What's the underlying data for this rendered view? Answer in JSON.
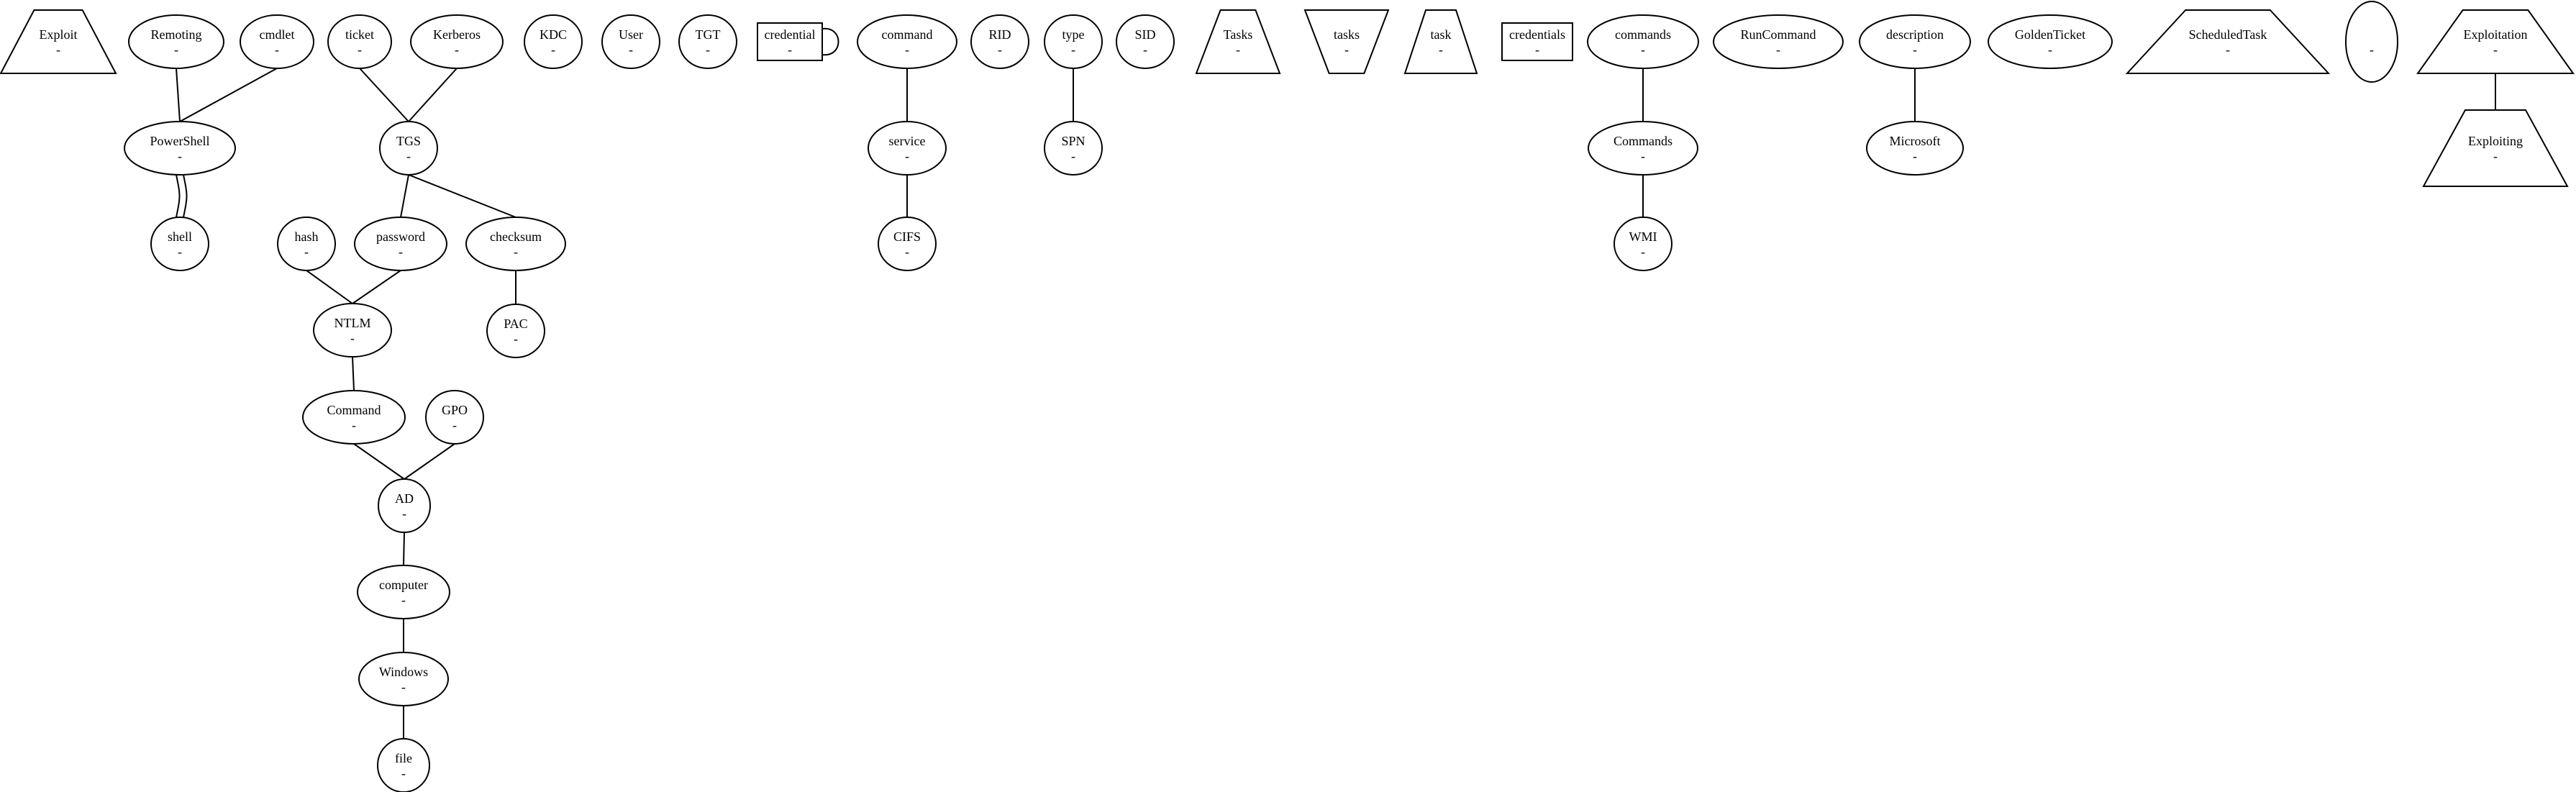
{
  "nodes": [
    {
      "id": "exploit",
      "label": "Exploit",
      "sub": "-",
      "shape": "trapezium"
    },
    {
      "id": "remoting",
      "label": "Remoting",
      "sub": "-",
      "shape": "ellipse"
    },
    {
      "id": "cmdlet",
      "label": "cmdlet",
      "sub": "-",
      "shape": "ellipse"
    },
    {
      "id": "powershell",
      "label": "PowerShell",
      "sub": "-",
      "shape": "ellipse"
    },
    {
      "id": "shell",
      "label": "shell",
      "sub": "-",
      "shape": "ellipse"
    },
    {
      "id": "ticket",
      "label": "ticket",
      "sub": "-",
      "shape": "ellipse"
    },
    {
      "id": "kerberos",
      "label": "Kerberos",
      "sub": "-",
      "shape": "ellipse"
    },
    {
      "id": "tgs",
      "label": "TGS",
      "sub": "-",
      "shape": "ellipse"
    },
    {
      "id": "hash",
      "label": "hash",
      "sub": "-",
      "shape": "ellipse"
    },
    {
      "id": "password",
      "label": "password",
      "sub": "-",
      "shape": "ellipse"
    },
    {
      "id": "checksum",
      "label": "checksum",
      "sub": "-",
      "shape": "ellipse"
    },
    {
      "id": "pac",
      "label": "PAC",
      "sub": "-",
      "shape": "ellipse"
    },
    {
      "id": "ntlm",
      "label": "NTLM",
      "sub": "-",
      "shape": "ellipse"
    },
    {
      "id": "command_cap",
      "label": "Command",
      "sub": "-",
      "shape": "ellipse"
    },
    {
      "id": "gpo",
      "label": "GPO",
      "sub": "-",
      "shape": "ellipse"
    },
    {
      "id": "ad",
      "label": "AD",
      "sub": "-",
      "shape": "ellipse"
    },
    {
      "id": "computer",
      "label": "computer",
      "sub": "-",
      "shape": "ellipse"
    },
    {
      "id": "windows",
      "label": "Windows",
      "sub": "-",
      "shape": "ellipse"
    },
    {
      "id": "file",
      "label": "file",
      "sub": "-",
      "shape": "ellipse"
    },
    {
      "id": "kdc",
      "label": "KDC",
      "sub": "-",
      "shape": "ellipse"
    },
    {
      "id": "user",
      "label": "User",
      "sub": "-",
      "shape": "ellipse"
    },
    {
      "id": "tgt",
      "label": "TGT",
      "sub": "-",
      "shape": "ellipse"
    },
    {
      "id": "credential",
      "label": "credential",
      "sub": "-",
      "shape": "box"
    },
    {
      "id": "command",
      "label": "command",
      "sub": "-",
      "shape": "ellipse"
    },
    {
      "id": "service",
      "label": "service",
      "sub": "-",
      "shape": "ellipse"
    },
    {
      "id": "cifs",
      "label": "CIFS",
      "sub": "-",
      "shape": "ellipse"
    },
    {
      "id": "rid",
      "label": "RID",
      "sub": "-",
      "shape": "ellipse"
    },
    {
      "id": "type",
      "label": "type",
      "sub": "-",
      "shape": "ellipse"
    },
    {
      "id": "spn",
      "label": "SPN",
      "sub": "-",
      "shape": "ellipse"
    },
    {
      "id": "sid",
      "label": "SID",
      "sub": "-",
      "shape": "ellipse"
    },
    {
      "id": "tasks_cap",
      "label": "Tasks",
      "sub": "-",
      "shape": "trapezium"
    },
    {
      "id": "tasks",
      "label": "tasks",
      "sub": "-",
      "shape": "invtrapezium"
    },
    {
      "id": "task",
      "label": "task",
      "sub": "-",
      "shape": "trapezium"
    },
    {
      "id": "credentials",
      "label": "credentials",
      "sub": "-",
      "shape": "box"
    },
    {
      "id": "commands",
      "label": "commands",
      "sub": "-",
      "shape": "ellipse"
    },
    {
      "id": "commands_cap",
      "label": "Commands",
      "sub": "-",
      "shape": "ellipse"
    },
    {
      "id": "wmi",
      "label": "WMI",
      "sub": "-",
      "shape": "ellipse"
    },
    {
      "id": "runcommand",
      "label": "RunCommand",
      "sub": "-",
      "shape": "ellipse"
    },
    {
      "id": "description",
      "label": "description",
      "sub": "-",
      "shape": "ellipse"
    },
    {
      "id": "microsoft",
      "label": "Microsoft",
      "sub": "-",
      "shape": "ellipse"
    },
    {
      "id": "goldenticket",
      "label": "GoldenTicket",
      "sub": "-",
      "shape": "ellipse"
    },
    {
      "id": "scheduledtask",
      "label": "ScheduledTask",
      "sub": "-",
      "shape": "trapezium"
    },
    {
      "id": "blank",
      "label": "",
      "sub": "-",
      "shape": "ellipse"
    },
    {
      "id": "exploitation",
      "label": "Exploitation",
      "sub": "-",
      "shape": "trapezium"
    },
    {
      "id": "exploiting",
      "label": "Exploiting",
      "sub": "-",
      "shape": "trapezium"
    }
  ],
  "edges": [
    {
      "from": "remoting",
      "to": "powershell"
    },
    {
      "from": "cmdlet",
      "to": "powershell"
    },
    {
      "from": "powershell",
      "to": "shell"
    },
    {
      "from": "powershell",
      "to": "shell"
    },
    {
      "from": "ticket",
      "to": "tgs"
    },
    {
      "from": "kerberos",
      "to": "tgs"
    },
    {
      "from": "tgs",
      "to": "password"
    },
    {
      "from": "tgs",
      "to": "checksum"
    },
    {
      "from": "checksum",
      "to": "pac"
    },
    {
      "from": "hash",
      "to": "ntlm"
    },
    {
      "from": "password",
      "to": "ntlm"
    },
    {
      "from": "ntlm",
      "to": "command_cap"
    },
    {
      "from": "command_cap",
      "to": "ad"
    },
    {
      "from": "gpo",
      "to": "ad"
    },
    {
      "from": "ad",
      "to": "computer"
    },
    {
      "from": "computer",
      "to": "windows"
    },
    {
      "from": "windows",
      "to": "file"
    },
    {
      "from": "credential",
      "to": "credential"
    },
    {
      "from": "command",
      "to": "service"
    },
    {
      "from": "service",
      "to": "cifs"
    },
    {
      "from": "type",
      "to": "spn"
    },
    {
      "from": "commands",
      "to": "commands_cap"
    },
    {
      "from": "commands_cap",
      "to": "wmi"
    },
    {
      "from": "description",
      "to": "microsoft"
    },
    {
      "from": "exploitation",
      "to": "exploiting"
    }
  ]
}
